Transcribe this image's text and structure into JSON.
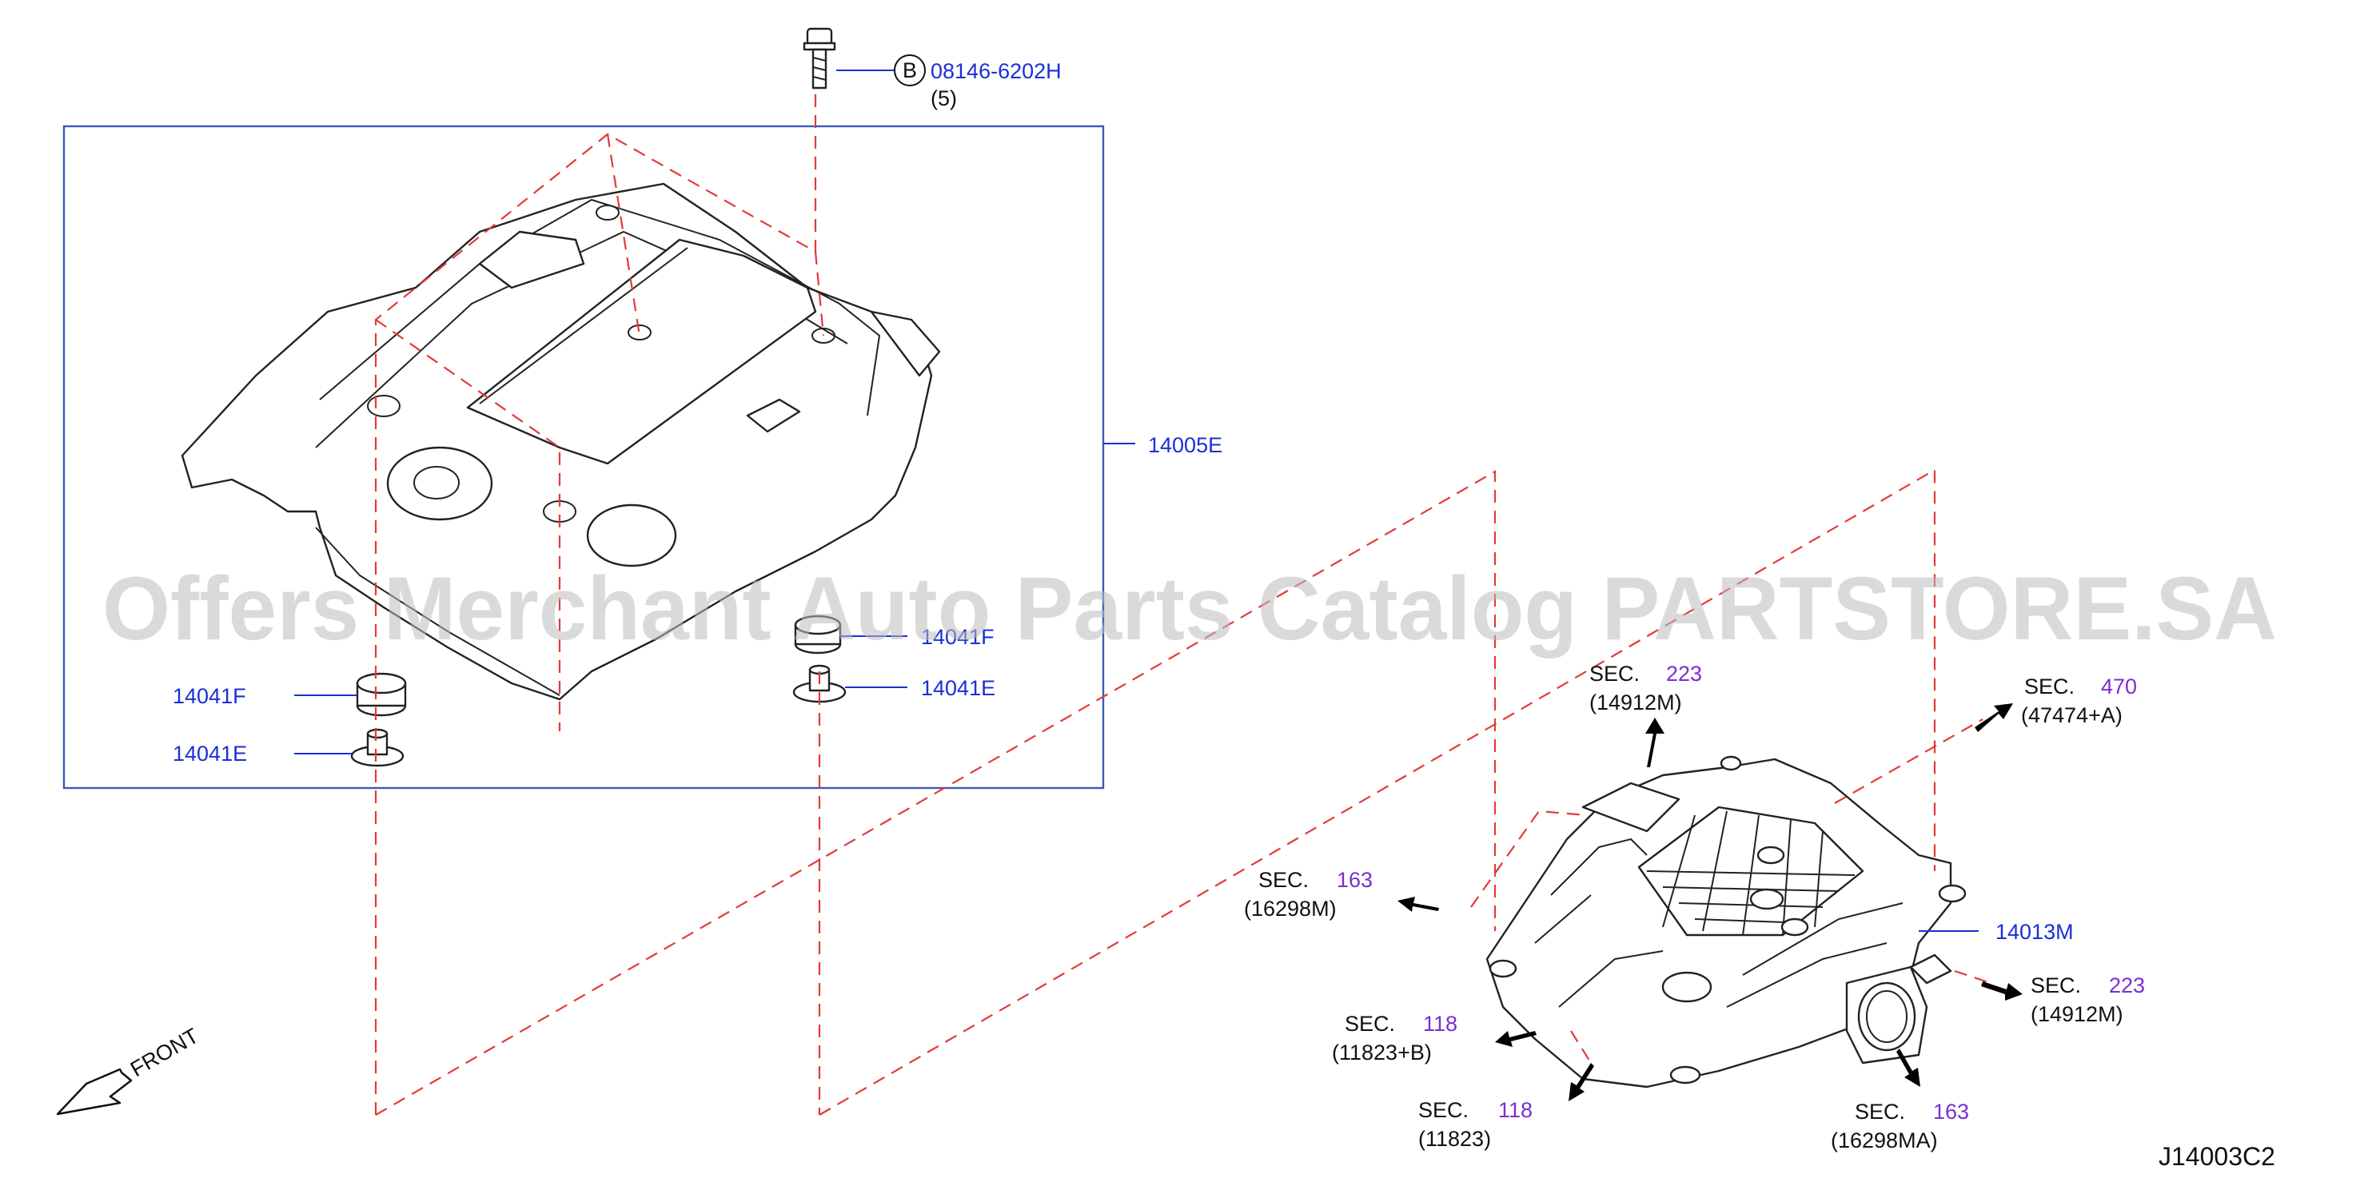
{
  "callouts": {
    "bolt_circle": "B",
    "bolt_part": "08146-6202H",
    "bolt_qty": "(5)",
    "cover_assembly": "14005E",
    "grommet_f_left": "14041F",
    "grommet_e_left": "14041E",
    "grommet_f_right": "14041F",
    "grommet_e_right": "14041E",
    "manifold": "14013M"
  },
  "sections": {
    "sec_word": "SEC.",
    "s223_top": {
      "num": "223",
      "ref": "(14912M)"
    },
    "s470": {
      "num": "470",
      "ref": "(47474+A)"
    },
    "s163_left": {
      "num": "163",
      "ref": "(16298M)"
    },
    "s223_right": {
      "num": "223",
      "ref": "(14912M)"
    },
    "s118_upper": {
      "num": "118",
      "ref": "(11823+B)"
    },
    "s118_lower": {
      "num": "118",
      "ref": "(11823)"
    },
    "s163_bottom": {
      "num": "163",
      "ref": "(16298MA)"
    }
  },
  "front_label": "FRONT",
  "diagram_code": "J14003C2",
  "watermark": "Offers Merchant Auto Parts Catalog PARTSTORE.SA",
  "colors": {
    "callout_blue": "#1a2fd6",
    "section_purple": "#7a2fd0",
    "dashed_red": "#e33a3a"
  }
}
